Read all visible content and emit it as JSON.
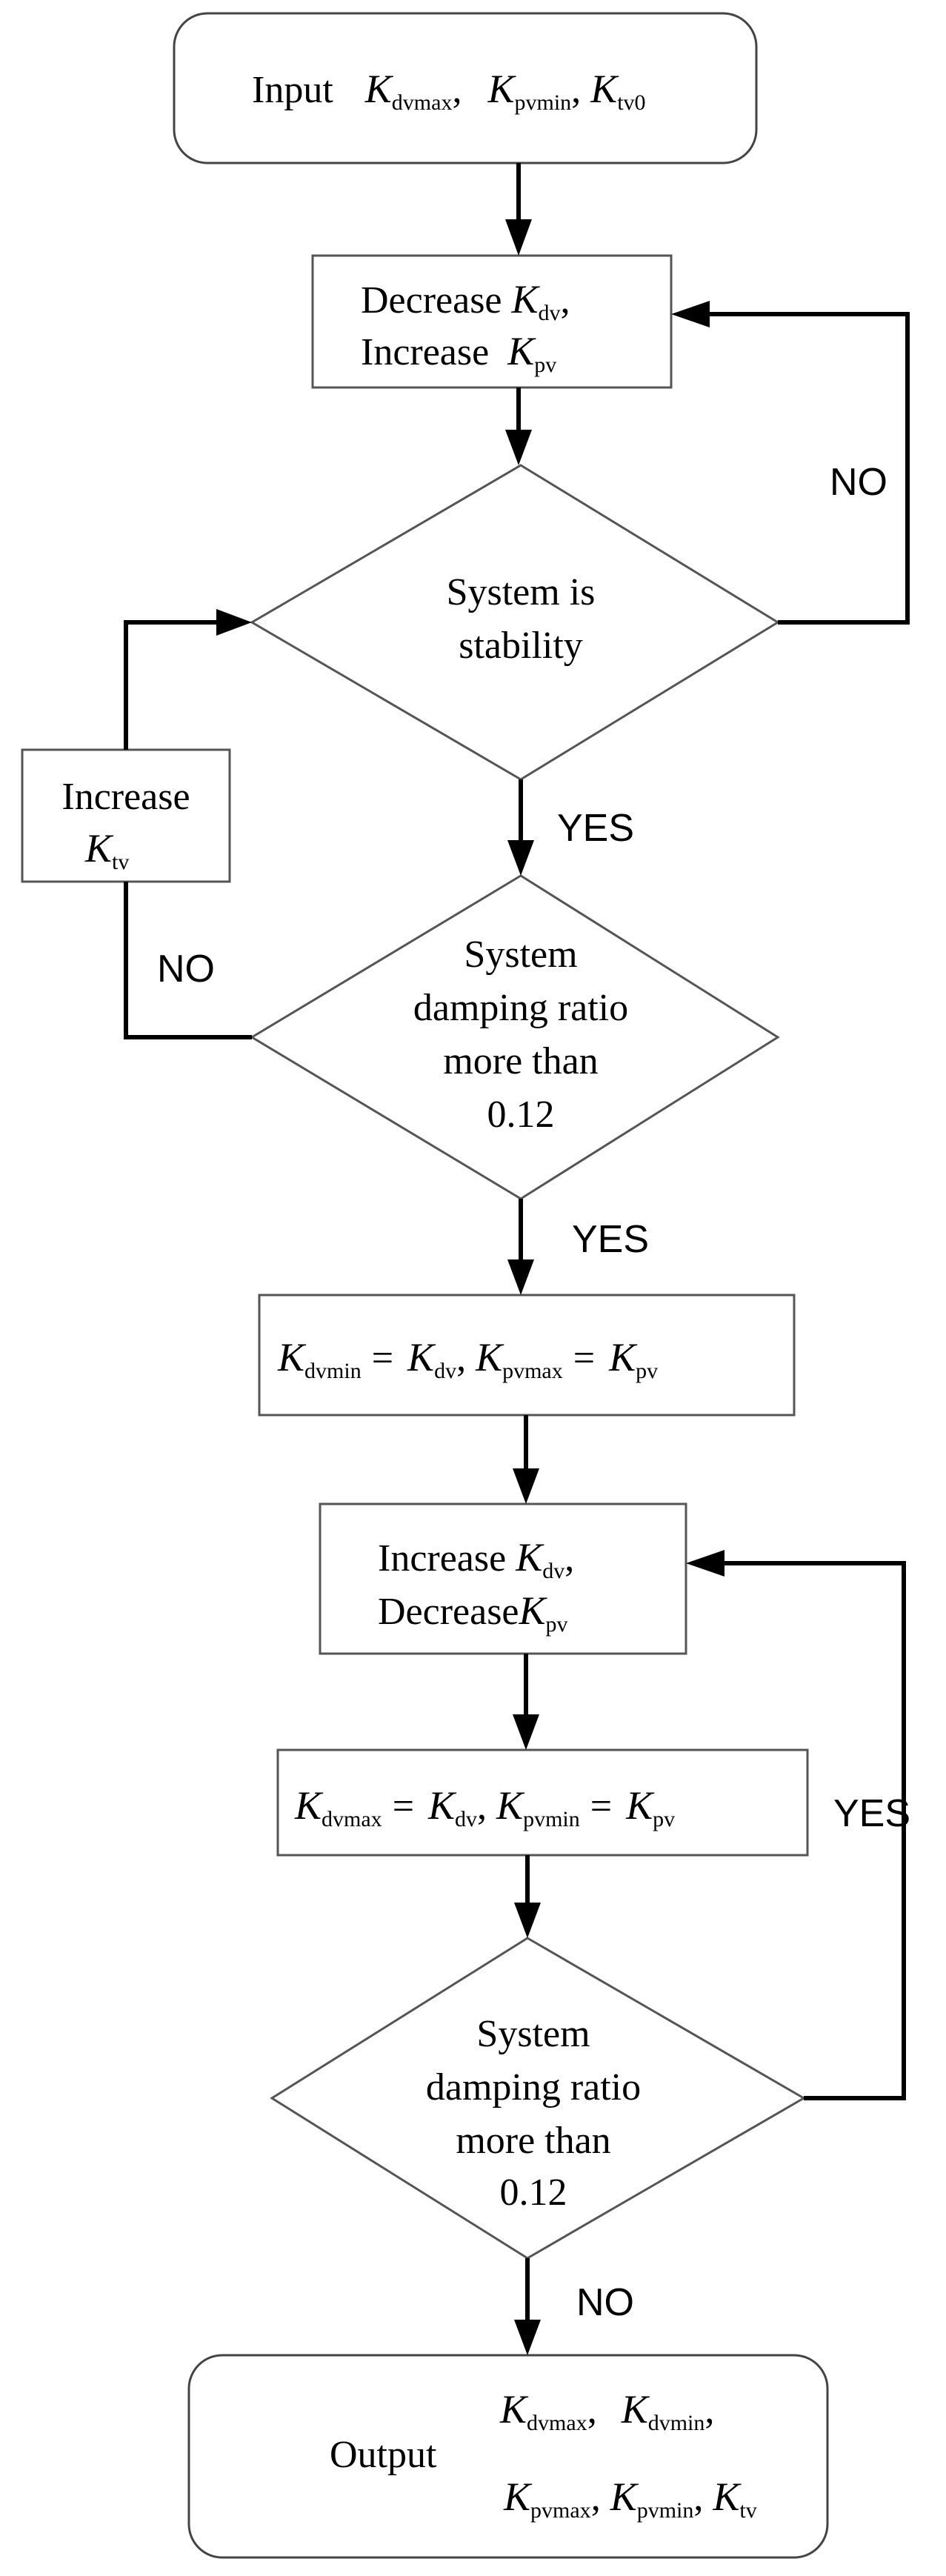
{
  "start": {
    "word": "Input",
    "k1": {
      "sym": "K",
      "sub": "dvmax"
    },
    "sep1": ",",
    "k2": {
      "sym": "K",
      "sub": "pvmin"
    },
    "sep2": ",",
    "k3": {
      "sym": "K",
      "sub": "tv0"
    }
  },
  "step1": {
    "l1_word": "Decrease",
    "l1_k": {
      "sym": "K",
      "sub": "dv"
    },
    "l1_tail": ",",
    "l2_word": "Increase",
    "l2_k": {
      "sym": "K",
      "sub": "pv"
    }
  },
  "dec1": {
    "line1": "System is",
    "line2": "stability"
  },
  "dec2": {
    "line1": "System",
    "line2": "damping ratio",
    "line3": "more than",
    "line4": "0.12"
  },
  "side_box": {
    "word": "Increase",
    "k": {
      "sym": "K",
      "sub": "tv"
    }
  },
  "assign1": {
    "a": {
      "sym": "K",
      "sub": "dvmin"
    },
    "eq1": "=",
    "b": {
      "sym": "K",
      "sub": "dv"
    },
    "comma": ",",
    "c": {
      "sym": "K",
      "sub": "pvmax"
    },
    "eq2": "=",
    "d": {
      "sym": "K",
      "sub": "pv"
    }
  },
  "step2": {
    "l1_word": "Increase",
    "l1_k": {
      "sym": "K",
      "sub": "dv"
    },
    "l1_tail": ",",
    "l2_word": "Decrease",
    "l2_k": {
      "sym": "K",
      "sub": "pv"
    }
  },
  "assign2": {
    "a": {
      "sym": "K",
      "sub": "dvmax"
    },
    "eq1": "=",
    "b": {
      "sym": "K",
      "sub": "dv"
    },
    "comma": ",",
    "c": {
      "sym": "K",
      "sub": "pvmin"
    },
    "eq2": "=",
    "d": {
      "sym": "K",
      "sub": "pv"
    }
  },
  "dec3": {
    "line1": "System",
    "line2": "damping ratio",
    "line3": "more than",
    "line4": "0.12"
  },
  "end": {
    "word": "Output",
    "r1a": {
      "sym": "K",
      "sub": "dvmax"
    },
    "r1sep": ",",
    "r1b": {
      "sym": "K",
      "sub": "dvmin"
    },
    "r1tail": ",",
    "r2a": {
      "sym": "K",
      "sub": "pvmax"
    },
    "r2sep1": ",",
    "r2b": {
      "sym": "K",
      "sub": "pvmin"
    },
    "r2sep2": ",",
    "r2c": {
      "sym": "K",
      "sub": "tv"
    }
  },
  "edge_labels": {
    "no_loop1": "NO",
    "yes_1": "YES",
    "no_loop2": "NO",
    "yes_2": "YES",
    "yes_loop3": "YES",
    "no_end": "NO"
  }
}
